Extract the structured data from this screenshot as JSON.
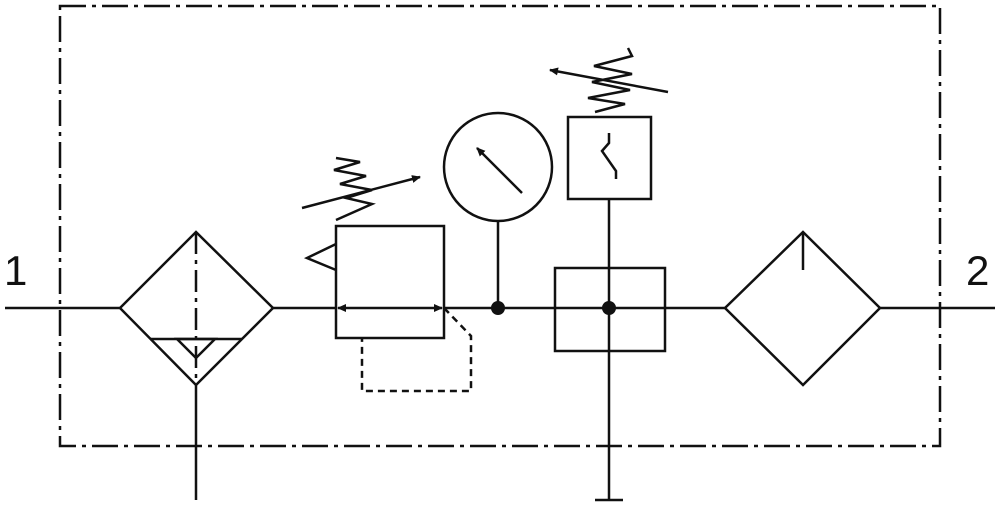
{
  "ports": {
    "inlet_label": "1",
    "outlet_label": "2"
  },
  "components": [
    {
      "name": "filter-water-separator",
      "symbol": "filter-with-drain"
    },
    {
      "name": "pressure-regulator",
      "symbol": "adjustable-spring-regulator-with-relief"
    },
    {
      "name": "pressure-gauge",
      "symbol": "gauge"
    },
    {
      "name": "pressure-switch",
      "symbol": "adjustable-pressure-switch"
    },
    {
      "name": "distribution-block",
      "symbol": "manifold-with-tee"
    },
    {
      "name": "lubricator",
      "symbol": "lubricator"
    }
  ],
  "colors": {
    "line": "#111111",
    "background": "#ffffff"
  }
}
